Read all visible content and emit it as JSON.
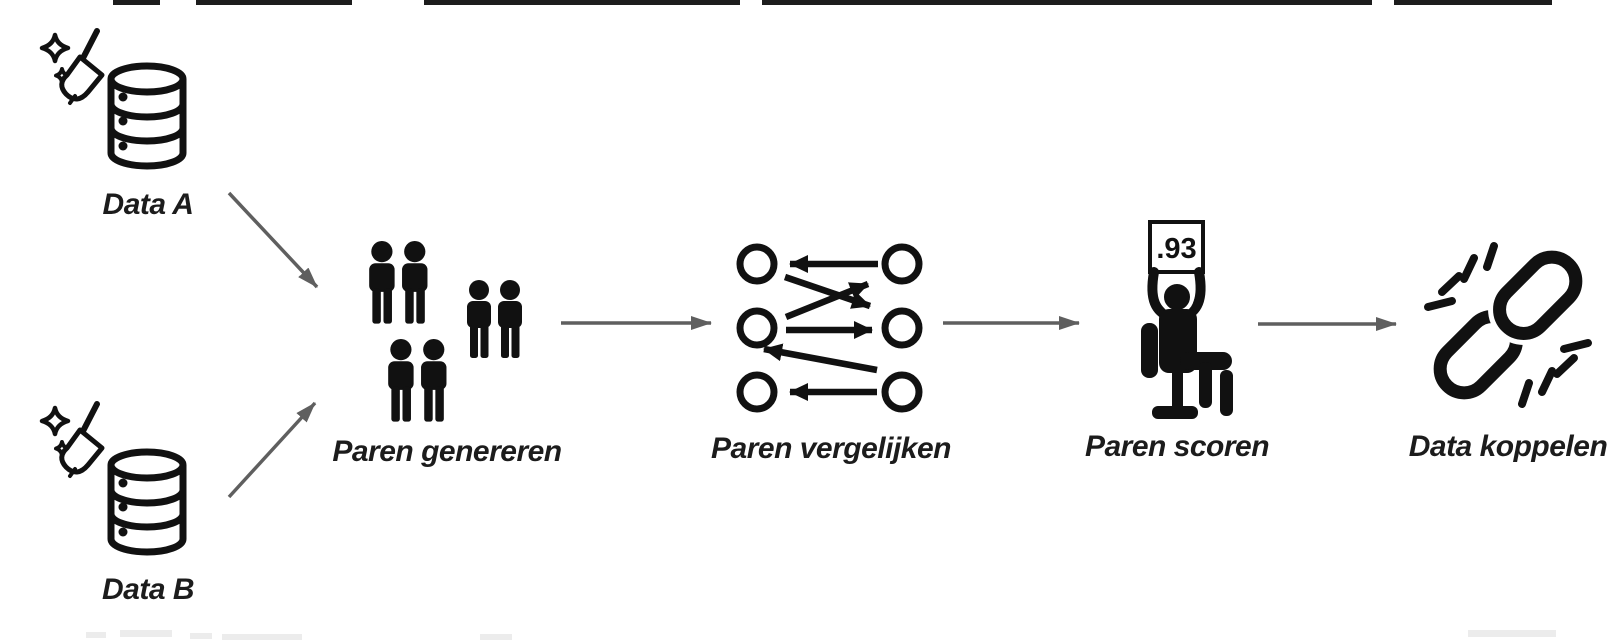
{
  "diagram": {
    "colors": {
      "background": "#ffffff",
      "icon": "#111111",
      "label_text": "#1c1c1c",
      "flow_arrow": "#5f5f5f"
    },
    "sources": [
      {
        "label": "Data A",
        "icons": [
          "sparkle-broom-icon",
          "database-icon"
        ]
      },
      {
        "label": "Data B",
        "icons": [
          "sparkle-broom-icon",
          "database-icon"
        ]
      }
    ],
    "steps": [
      {
        "label": "Paren genereren",
        "icon": "people-pairs-icon"
      },
      {
        "label": "Paren vergelijken",
        "icon": "pair-links-graph-icon"
      },
      {
        "label": "Paren scoren",
        "icon": "scoring-judge-icon",
        "badge": ".93"
      },
      {
        "label": "Data koppelen",
        "icon": "chain-link-icon"
      }
    ]
  }
}
